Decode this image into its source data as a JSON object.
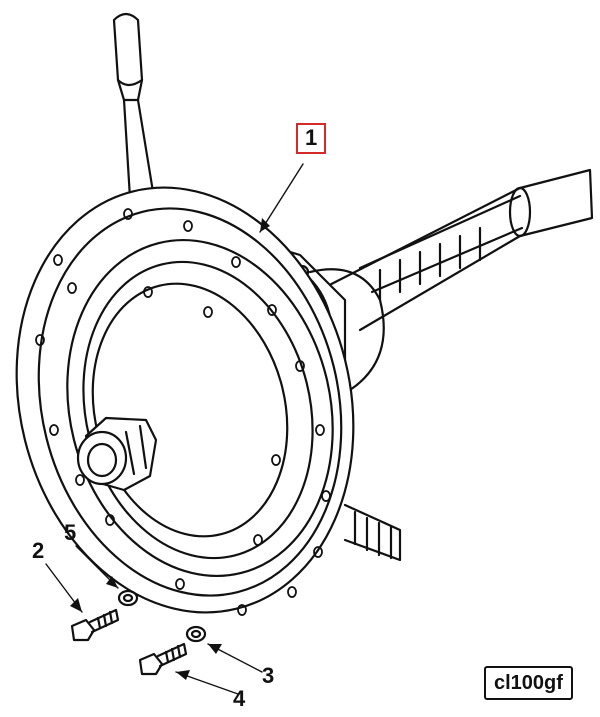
{
  "callouts": {
    "part_1": "1",
    "part_2": "2",
    "part_3": "3",
    "part_4": "4",
    "part_5": "5"
  },
  "reference_code": "cl100gf",
  "colors": {
    "line": "#111111",
    "highlight": "#d42a2a",
    "paper": "#ffffff"
  }
}
